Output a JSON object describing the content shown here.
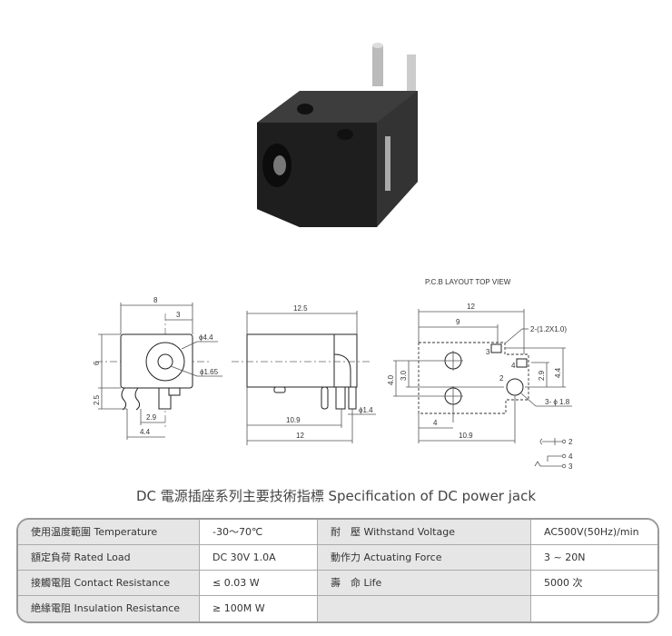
{
  "drawing": {
    "front": {
      "width": "8",
      "offset": "3",
      "height": "6",
      "pin_height": "2.5",
      "pin_span_a": "2.9",
      "pin_span_b": "4.4",
      "outer_dia": "ϕ4.4",
      "inner_dia": "ϕ1.65"
    },
    "side": {
      "length": "12.5",
      "pin_a": "10.9",
      "pin_b": "12",
      "pin_dia": "ϕ1.4"
    },
    "pcb": {
      "heading": "P.C.B LAYOUT    TOP VIEW",
      "w12": "12",
      "w9": "9",
      "slot": "2-(1.2X1.0)",
      "h40": "4.0",
      "h30": "3.0",
      "h29": "2.9",
      "h44": "4.4",
      "w4": "4",
      "w109": "10.9",
      "holes": "3- ϕ 1.8",
      "pin2": "2",
      "pin3": "3",
      "pin4": "4"
    },
    "schematic": {
      "p2": "2",
      "p4": "4",
      "p3": "3"
    }
  },
  "title": "DC  電源插座系列主要技術指標 Specification of DC power jack",
  "table": [
    [
      "使用温度範圍 Temperature",
      "-30～70℃",
      "耐　壓  Withstand Voltage",
      "AC500V(50Hz)/min"
    ],
    [
      "額定負荷  Rated Load",
      "DC  30V  1.0A",
      "動作力  Actuating Force",
      "3 ~ 20N"
    ],
    [
      "接觸電阻  Contact Resistance",
      "≤ 0.03 W",
      "壽　命  Life",
      "5000 次"
    ],
    [
      "絶緣電阻  Insulation Resistance",
      "≥ 100M W",
      "",
      ""
    ]
  ]
}
